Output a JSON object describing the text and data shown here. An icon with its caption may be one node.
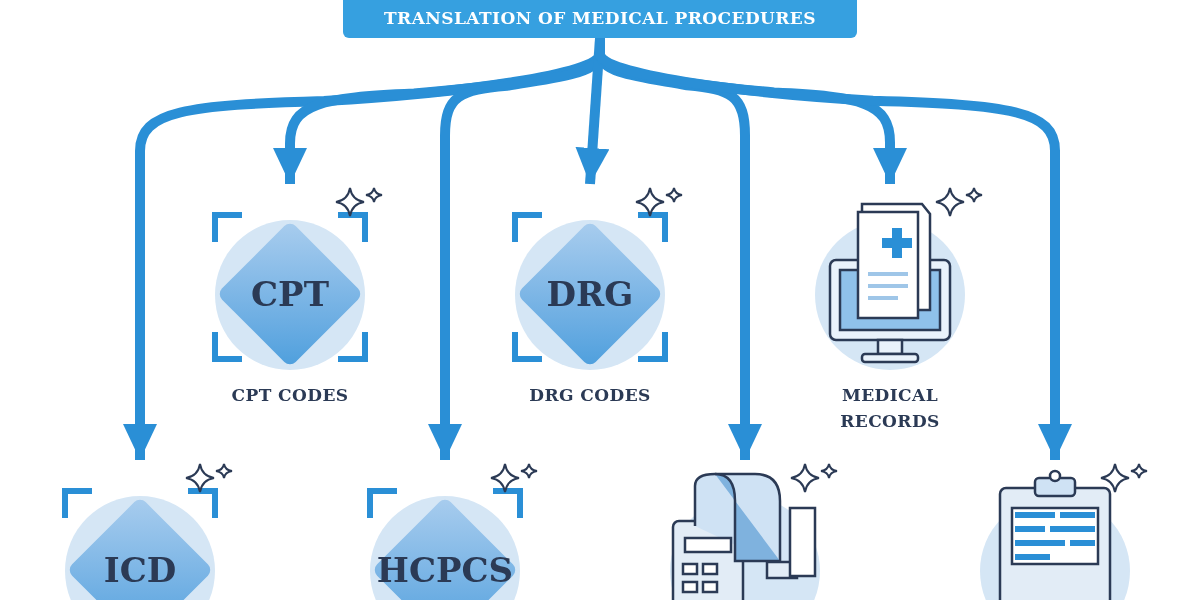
{
  "diagram": {
    "nodes": [
      {
        "text": [
          "TRANSLATION OF MEDICAL PROCEDURES"
        ]
      },
      {
        "text": [
          "CPT"
        ],
        "beside": [
          "CPT CODES"
        ]
      },
      {
        "text": [
          "DRG"
        ],
        "beside": [
          "DRG CODES"
        ]
      },
      {
        "text": [],
        "shape": "picture",
        "beside": [
          "MEDICAL RECORDS"
        ]
      },
      {
        "text": [
          "ICD"
        ]
      },
      {
        "text": [
          "HCPCS"
        ]
      },
      {
        "text": [],
        "shape": "picture"
      },
      {
        "text": [],
        "shape": "picture"
      }
    ],
    "edges": [
      {
        "from": 0,
        "to": 4,
        "arrow": "to"
      },
      {
        "from": 0,
        "to": 1,
        "arrow": "to"
      },
      {
        "from": 0,
        "to": 5,
        "arrow": "to"
      },
      {
        "from": 0,
        "to": 2,
        "arrow": "to"
      },
      {
        "from": 0,
        "to": 6,
        "arrow": "to"
      },
      {
        "from": 0,
        "to": 3,
        "arrow": "to"
      },
      {
        "from": 0,
        "to": 7,
        "arrow": "to"
      }
    ]
  }
}
